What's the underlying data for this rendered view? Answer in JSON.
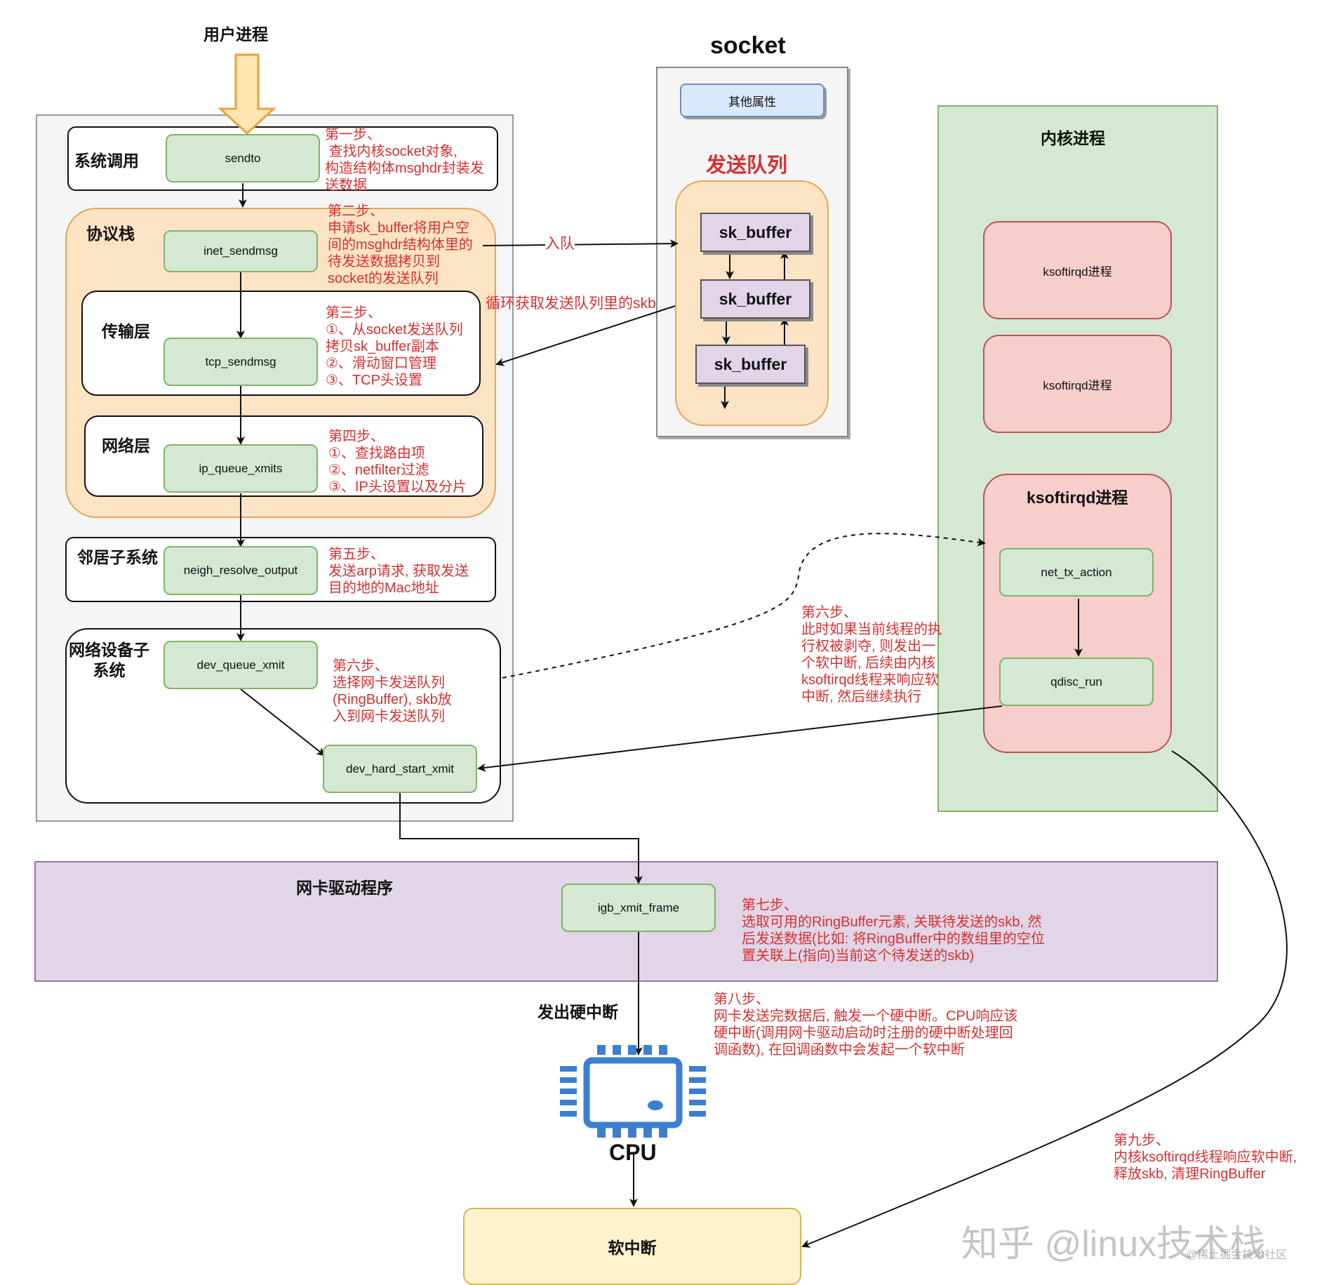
{
  "user_process": "用户进程",
  "socket": {
    "title": "socket",
    "other_attrs": "其他属性",
    "send_queue": "发送队列",
    "buffers": [
      "sk_buffer",
      "sk_buffer",
      "sk_buffer"
    ]
  },
  "enqueue_label": "入队",
  "loop_fetch_label": "循环获取发送队列里的skb",
  "kernel_process": {
    "title": "内核进程",
    "ksoftirqd_1": "ksoftirqd进程",
    "ksoftirqd_2": "ksoftirqd进程",
    "ksoftirqd_main": "ksoftirqd进程",
    "net_tx_action": "net_tx_action",
    "qdisc_run": "qdisc_run"
  },
  "layers": {
    "syscall": "系统调用",
    "protocol_stack": "协议栈",
    "transport": "传输层",
    "network": "网络层",
    "neighbor": "邻居子系统",
    "netdev": "网络设备子\n系统"
  },
  "functions": {
    "sendto": "sendto",
    "inet_sendmsg": "inet_sendmsg",
    "tcp_sendmsg": "tcp_sendmsg",
    "ip_queue_xmits": "ip_queue_xmits",
    "neigh_resolve_output": "neigh_resolve_output",
    "dev_queue_xmit": "dev_queue_xmit",
    "dev_hard_start_xmit": "dev_hard_start_xmit",
    "igb_xmit_frame": "igb_xmit_frame"
  },
  "notes": {
    "step1": "第一步、\n 查找内核socket对象,\n构造结构体msghdr封装发\n送数据",
    "step2": "第二步、\n申请sk_buffer将用户空\n间的msghdr结构体里的\n待发送数据拷贝到\nsocket的发送队列",
    "step3": "第三步、\n①、从socket发送队列\n拷贝sk_buffer副本\n②、滑动窗口管理\n③、TCP头设置",
    "step4": "第四步、\n①、查找路由项\n②、netfilter过滤\n③、IP头设置以及分片",
    "step5": "第五步、\n发送arp请求, 获取发送\n目的地的Mac地址",
    "step6a": "第六步、\n选择网卡发送队列\n(RingBuffer), skb放\n入到网卡发送队列",
    "step6b": "第六步、\n此时如果当前线程的执\n行权被剥夺, 则发出一\n个软中断, 后续由内核\nksoftirqd线程来响应软\n中断, 然后继续执行",
    "step7": "第七步、\n选取可用的RingBuffer元素, 关联待发送的skb, 然\n后发送数据(比如: 将RingBuffer中的数组里的空位\n置关联上(指向)当前这个待发送的skb)",
    "step8": "第八步、\n网卡发送完数据后, 触发一个硬中断。CPU响应该\n硬中断(调用网卡驱动启动时注册的硬中断处理回\n调函数), 在回调函数中会发起一个软中断",
    "step9": "第九步、\n内核ksoftirqd线程响应软中断,\n释放skb, 清理RingBuffer"
  },
  "nic_driver": "网卡驱动程序",
  "hard_irq_label": "发出硬中断",
  "cpu_label": "CPU",
  "soft_irq": "软中断",
  "watermark": "知乎 @linux技术栈",
  "watermark_small": "@稀土掘金技术社区",
  "colors": {
    "green_fill": "#d5e8d4",
    "orange_fill": "#fce3c4",
    "red_fill": "#f8cecc",
    "purple_fill": "#e1d5e7",
    "blue_fill": "#dae8fc",
    "yellow_fill": "#fff2cc",
    "note_red": "#d63031",
    "cpu_blue": "#3b7fd1"
  }
}
